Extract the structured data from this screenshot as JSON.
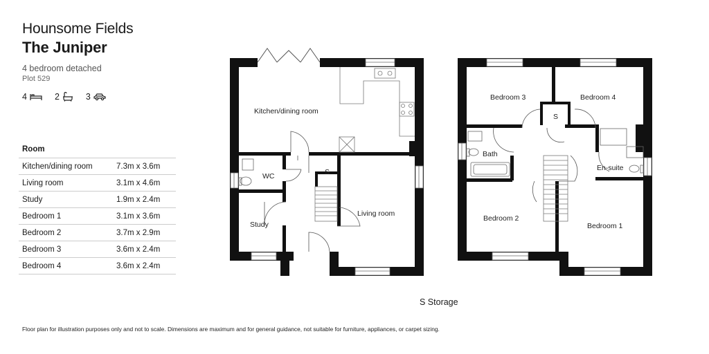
{
  "header": {
    "development": "Hounsome Fields",
    "house_name": "The Juniper",
    "house_type": "4 bedroom detached",
    "plot": "Plot 529"
  },
  "features": {
    "bedrooms": "4",
    "bathrooms": "2",
    "parking": "3",
    "bed_icon": "bed-icon",
    "bath_icon": "bath-icon",
    "car_icon": "car-icon"
  },
  "rooms_table": {
    "header": "Room",
    "rows": [
      {
        "name": "Kitchen/dining room",
        "size": "7.3m x 3.6m"
      },
      {
        "name": "Living room",
        "size": "3.1m x 4.6m"
      },
      {
        "name": "Study",
        "size": "1.9m x 2.4m"
      },
      {
        "name": "Bedroom 1",
        "size": "3.1m x 3.6m"
      },
      {
        "name": "Bedroom 2",
        "size": "3.7m x 2.9m"
      },
      {
        "name": "Bedroom 3",
        "size": "3.6m x 2.4m"
      },
      {
        "name": "Bedroom 4",
        "size": "3.6m x 2.4m"
      }
    ]
  },
  "ground_floor_labels": {
    "kitchen": "Kitchen/dining room",
    "wc": "WC",
    "storage": "S",
    "study": "Study",
    "living": "Living room"
  },
  "first_floor_labels": {
    "bedroom3": "Bedroom 3",
    "bedroom4": "Bedroom 4",
    "storage": "S",
    "bath": "Bath",
    "ensuite": "En-suite",
    "bedroom2": "Bedroom 2",
    "bedroom1": "Bedroom 1"
  },
  "legend": "S Storage",
  "disclaimer": "Floor plan for illustration purposes only and not to scale. Dimensions are maximum and for general guidance, not suitable for furniture, appliances, or carpet sizing."
}
